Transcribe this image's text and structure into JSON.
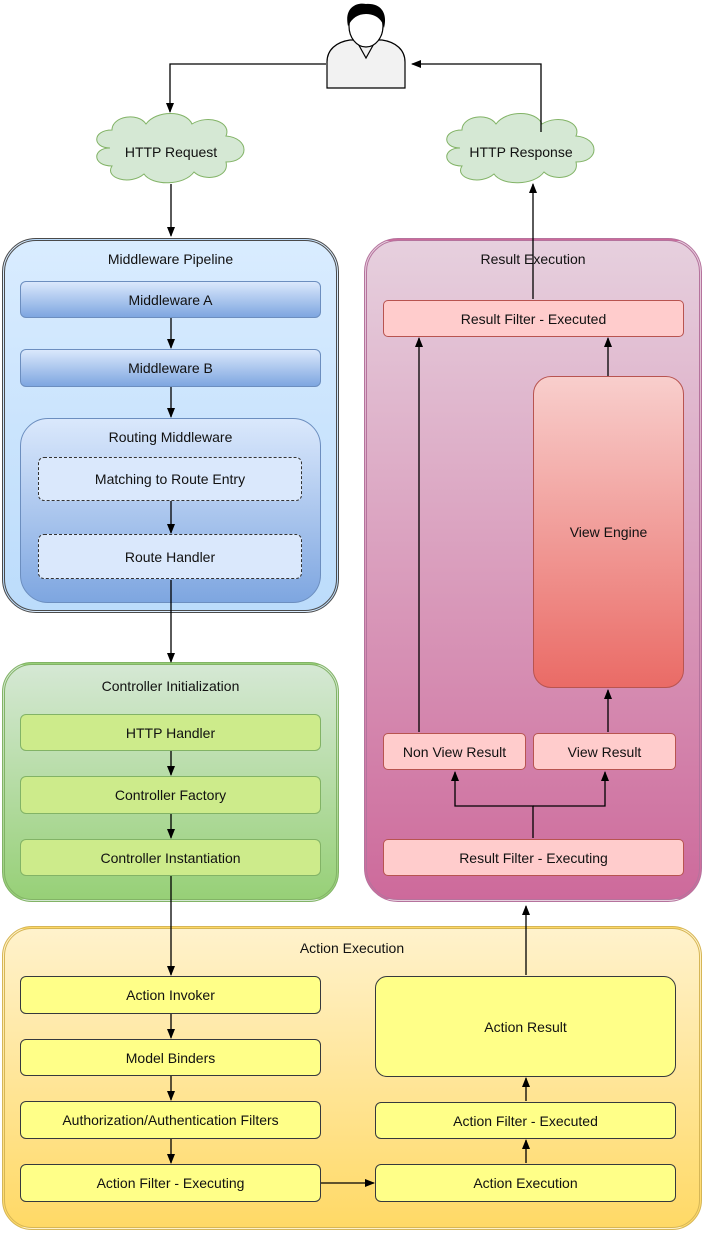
{
  "user": {
    "icon": "user-icon"
  },
  "clouds": {
    "request": "HTTP Request",
    "response": "HTTP Response"
  },
  "middleware_pipeline": {
    "title": "Middleware Pipeline",
    "middleware_a": "Middleware A",
    "middleware_b": "Middleware B",
    "routing": {
      "title": "Routing Middleware",
      "matching": "Matching to Route Entry",
      "handler": "Route Handler"
    }
  },
  "controller_initialization": {
    "title": "Controller Initialization",
    "http_handler": "HTTP Handler",
    "factory": "Controller Factory",
    "instantiation": "Controller Instantiation"
  },
  "result_execution": {
    "title": "Result Execution",
    "filter_executed": "Result Filter - Executed",
    "view_engine": "View Engine",
    "non_view_result": "Non View Result",
    "view_result": "View Result",
    "filter_executing": "Result Filter - Executing"
  },
  "action_execution": {
    "title": "Action Execution",
    "invoker": "Action Invoker",
    "model_binders": "Model Binders",
    "auth_filters": "Authorization/Authentication Filters",
    "filter_executing": "Action Filter - Executing",
    "action_result": "Action Result",
    "filter_executed": "Action Filter - Executed",
    "execution": "Action Execution"
  },
  "colors": {
    "middleware": "#dae8fc",
    "controller": "#cdeb8b",
    "result": "#ffcccc",
    "action": "#ffff88",
    "cloud": "#d5e8d4"
  }
}
